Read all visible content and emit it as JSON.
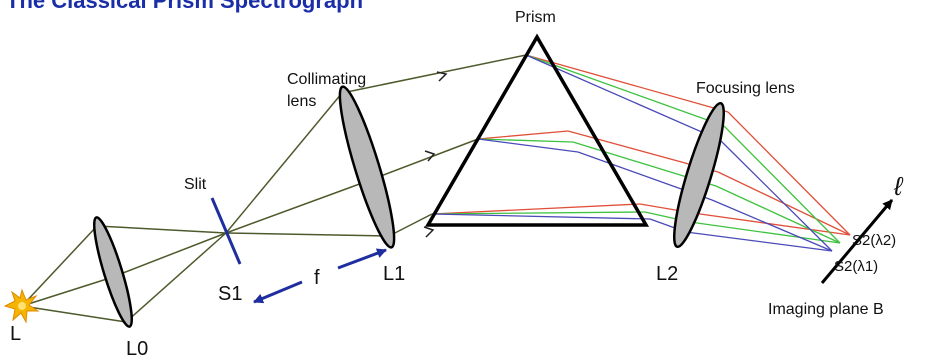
{
  "diagram": {
    "title": "The Classical Prism Spectrograph",
    "labels": {
      "prism": "Prism",
      "collimating_lens": [
        "Collimating",
        "lens"
      ],
      "focusing_lens": "Focusing lens",
      "slit": "Slit",
      "source": "L",
      "lens_l0": "L0",
      "slit_s1": "S1",
      "focal_length": "f",
      "lens_l1": "L1",
      "lens_l2": "L2",
      "axis": "ℓ",
      "image_s2_l2": "S2(λ2)",
      "image_s2_l1": "S2(λ1)",
      "imaging_plane": "Imaging plane B"
    },
    "colors": {
      "ray": "#4d5a2c",
      "red_ray": "#e0503a",
      "green_ray": "#3fc23f",
      "blue_ray": "#4a4ab8",
      "lens_fill": "#b8b8b8",
      "slit_color": "#1f2e9e",
      "arrow_f": "#1f2e9e",
      "star": "#f5b400",
      "title_color": "#1a2ea8"
    },
    "icons": {
      "source": "star-burst-icon",
      "arrows": "arrow-head-icon"
    }
  }
}
